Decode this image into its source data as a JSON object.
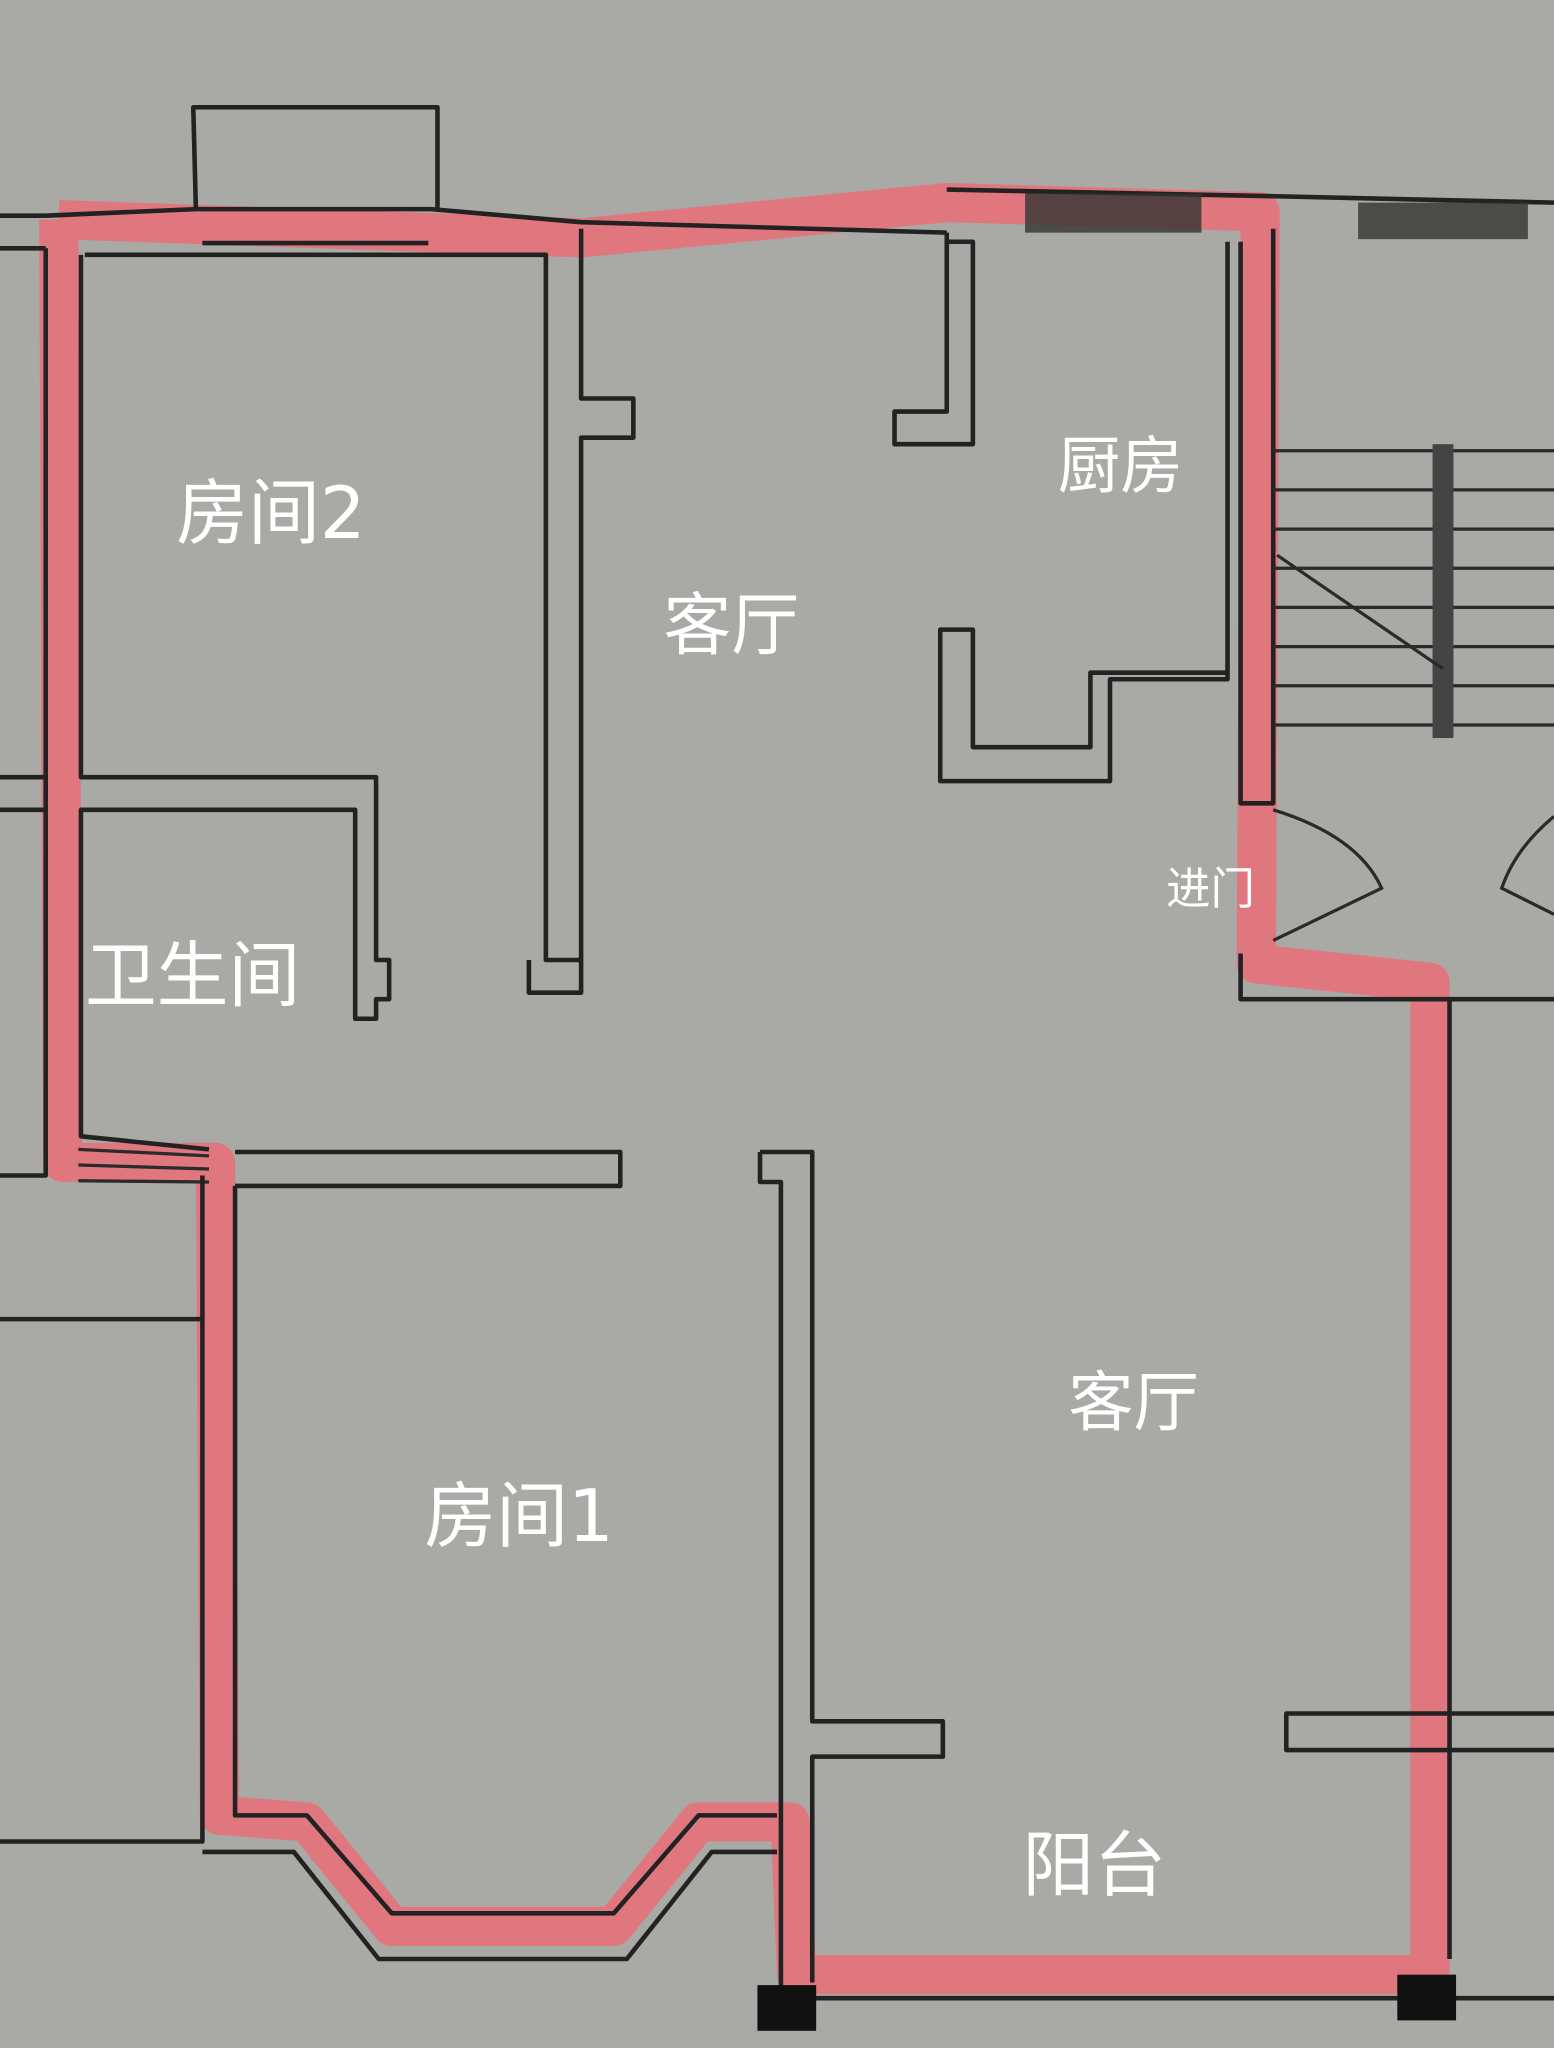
{
  "colors": {
    "background": "#a9a9a6",
    "highlight": "#ea6f78",
    "wall": "#222222",
    "label": "#ffffff"
  },
  "rooms": {
    "room2": "房间2",
    "living_upper": "客厅",
    "kitchen": "厨房",
    "bathroom": "卫生间",
    "entrance": "进门",
    "living_lower": "客厅",
    "room1": "房间1",
    "balcony": "阳台"
  }
}
